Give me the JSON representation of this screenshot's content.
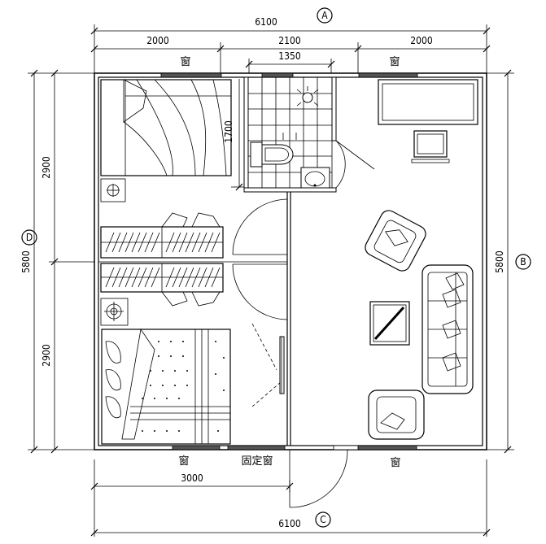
{
  "dimensions": {
    "top_total": "6100",
    "top_seg1": "2000",
    "top_seg2": "2100",
    "top_seg3": "2000",
    "bath_width": "1350",
    "bed_height": "1700",
    "bottom_partial": "3000",
    "bottom_total": "6100",
    "left_total": "5800",
    "left_upper": "2900",
    "left_lower": "2900",
    "right_total": "5800"
  },
  "axes": {
    "top": "A",
    "right": "B",
    "bottom": "C",
    "left": "D"
  },
  "labels": {
    "window_top_left": "窗",
    "window_top_right": "窗",
    "window_bottom_left": "窗",
    "fixed_window": "固定窗",
    "window_bottom_right": "窗"
  }
}
